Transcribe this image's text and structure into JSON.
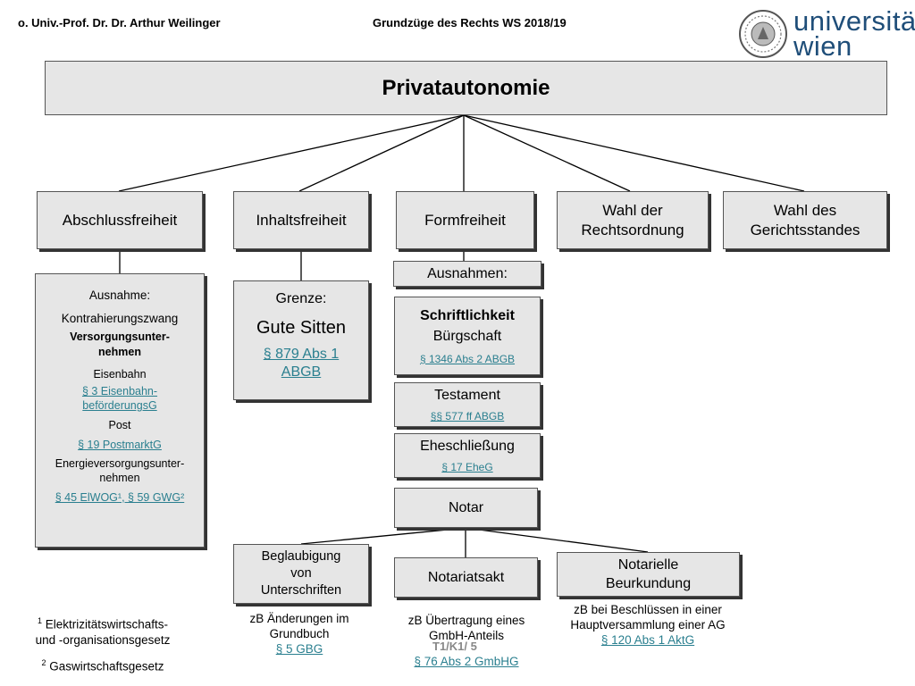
{
  "header": {
    "left": "o. Univ.-Prof. Dr. Dr. Arthur Weilinger",
    "center": "Grundzüge des Rechts WS 2018/19",
    "logo_line1": "universität",
    "logo_line2": "wien"
  },
  "title": "Privatautonomie",
  "branches": {
    "abschluss": "Abschlussfreiheit",
    "inhalt": "Inhaltsfreiheit",
    "form": "Formfreiheit",
    "rechtsordnung": "Wahl der Rechtsordnung",
    "gerichtsstand": "Wahl des Gerichtsstandes"
  },
  "abschluss_detail": {
    "ausnahme": "Ausnahme:",
    "kontrahierung": "Kontrahierungszwang",
    "versorgung": "Versorgungsunter-nehmen",
    "eisenbahn": "Eisenbahn",
    "eisenbahn_link": "§ 3 Eisenbahn-beförderungsG",
    "post": "Post",
    "post_link": "§ 19 PostmarktG",
    "energie": "Energieversorgungsunter-nehmen",
    "energie_link": "§ 45 ElWOG¹, § 59 GWG²"
  },
  "inhalt_detail": {
    "grenze": "Grenze:",
    "gute_sitten": "Gute Sitten",
    "link": "§ 879 Abs 1 ABGB"
  },
  "form_detail": {
    "ausnahmen": "Ausnahmen:",
    "schriftlichkeit": "Schriftlichkeit",
    "buergschaft": "Bürgschaft",
    "buergschaft_link": "§ 1346 Abs 2 ABGB",
    "testament": "Testament",
    "testament_link": "§§ 577 ff ABGB",
    "ehe": "Eheschließung",
    "ehe_link": "§ 17 EheG",
    "notar": "Notar"
  },
  "notar_detail": {
    "beglaubigung": "Beglaubigung von Unterschriften",
    "beglaubigung_note": "zB Änderungen im Grundbuch",
    "beglaubigung_link": "§ 5 GBG",
    "notariatsakt": "Notariatsakt",
    "notariatsakt_note": "zB Übertragung eines GmbH-Anteils",
    "notariatsakt_link": "§ 76 Abs 2 GmbHG",
    "beurkundung": "Notarielle Beurkundung",
    "beurkundung_note": "zB bei Beschlüssen in einer Hauptversammlung einer AG",
    "beurkundung_link": "§ 120 Abs 1 AktG"
  },
  "footnotes": {
    "fn1_mark": "1",
    "fn1_line1": "Elektrizitätswirtschafts-",
    "fn1_line2": "und -organisationsgesetz",
    "fn2_mark": "2",
    "fn2_text": "Gaswirtschaftsgesetz"
  },
  "slide_number": "T1/K1/ 5"
}
